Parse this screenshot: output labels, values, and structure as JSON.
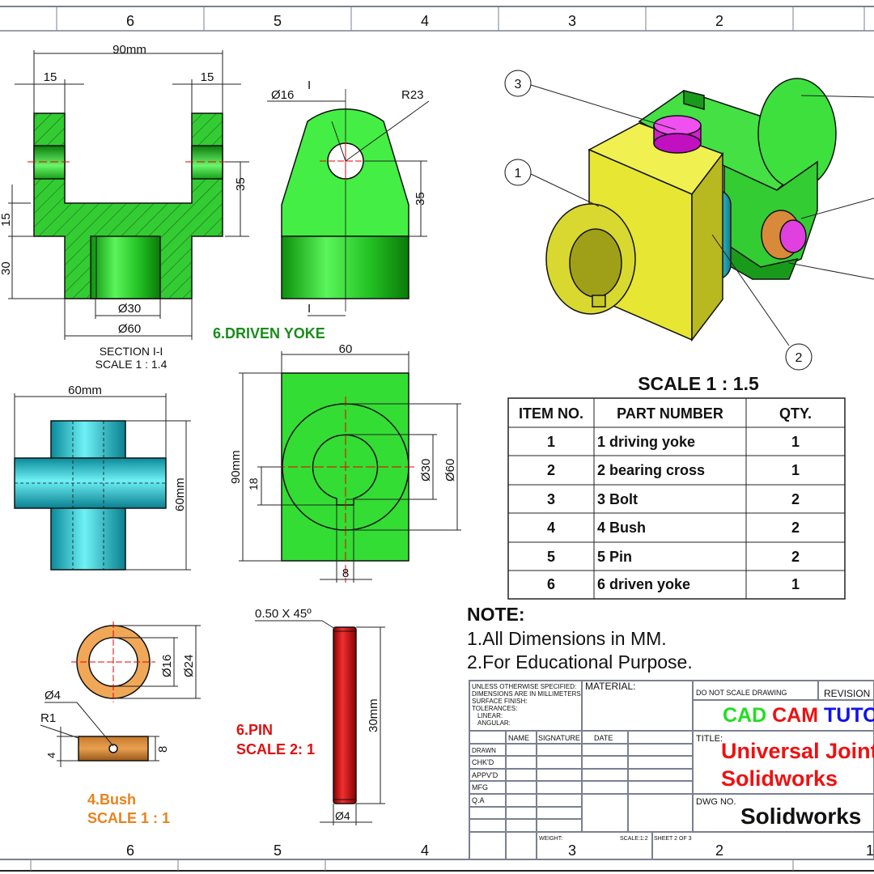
{
  "zones_top": [
    "6",
    "5",
    "4",
    "3",
    "2"
  ],
  "zones_bottom": [
    "6",
    "5",
    "4",
    "3",
    "2",
    "1"
  ],
  "section_view": {
    "dim_overall": "90mm",
    "dim_left": "15",
    "dim_right": "15",
    "dim_35": "35",
    "dim_15v": "15",
    "dim_30v": "30",
    "dim_d30": "Ø30",
    "dim_d60": "Ø60",
    "label": "SECTION I-I",
    "scale": "SCALE 1 : 1.4"
  },
  "driven_yoke_side": {
    "dim_hole": "Ø16",
    "section_mark_top": "I",
    "dim_radius": "R23",
    "dim_35": "35",
    "section_mark_bottom": "I",
    "label": "6.DRIVEN YOKE",
    "label_color": "#1a8c1a"
  },
  "driven_yoke_top": {
    "dim_width": "60",
    "dim_height": "90mm",
    "dim_18": "18",
    "dim_d30": "Ø30",
    "dim_d60": "Ø60",
    "dim_8": "8"
  },
  "bearing_cross": {
    "dim_width": "60mm",
    "dim_height": "60mm"
  },
  "bush": {
    "dim_d16": "Ø16",
    "dim_d24": "Ø24",
    "dim_d4": "Ø4",
    "dim_r1": "R1",
    "dim_4": "4",
    "dim_8": "8",
    "label": "4.Bush",
    "scale": "SCALE 1 : 1",
    "label_color": "#e8821e"
  },
  "pin": {
    "chamfer": "0.50 X 45º",
    "dim_length": "30mm",
    "dim_d4": "Ø4",
    "label": "6.PIN",
    "scale": "SCALE 2: 1",
    "label_color": "#e01010"
  },
  "assembly": {
    "balloons": [
      "3",
      "1",
      "2"
    ],
    "scale": "SCALE 1 : 1.5"
  },
  "bom": {
    "headers": [
      "ITEM NO.",
      "PART NUMBER",
      "QTY."
    ],
    "rows": [
      [
        "1",
        "1 driving yoke",
        "1"
      ],
      [
        "2",
        "2 bearing cross",
        "1"
      ],
      [
        "3",
        "3 Bolt",
        "2"
      ],
      [
        "4",
        "4 Bush",
        "2"
      ],
      [
        "5",
        "5 Pin",
        "2"
      ],
      [
        "6",
        "6 driven yoke",
        "1"
      ]
    ]
  },
  "notes": {
    "heading": "NOTE:",
    "items": [
      "1.All Dimensions in MM.",
      "2.For Educational Purpose."
    ]
  },
  "title_block": {
    "spec_lines": [
      "UNLESS OTHERWISE SPECIFIED:",
      "DIMENSIONS ARE IN MILLIMETERS",
      "SURFACE FINISH:",
      "TOLERANCES:",
      "LINEAR:",
      "ANGULAR:"
    ],
    "material": "MATERIAL:",
    "do_not_scale": "DO NOT SCALE DRAWING",
    "revision": "REVISION",
    "brand": [
      "CAD",
      "CAM",
      "TUTO"
    ],
    "brand_colors": [
      "#22dd22",
      "#ee1111",
      "#1111ee"
    ],
    "col_headers": [
      "NAME",
      "SIGNATURE",
      "DATE"
    ],
    "row_labels": [
      "DRAWN",
      "CHK'D",
      "APPV'D",
      "MFG",
      "Q.A"
    ],
    "title_label": "TITLE:",
    "title_lines": [
      "Universal Joint",
      "Solidworks"
    ],
    "dwg_label": "DWG NO.",
    "dwg_no": "Solidworks",
    "weight": "WEIGHT:",
    "scale": "SCALE:1:2",
    "sheet": "SHEET 2 OF 3"
  }
}
